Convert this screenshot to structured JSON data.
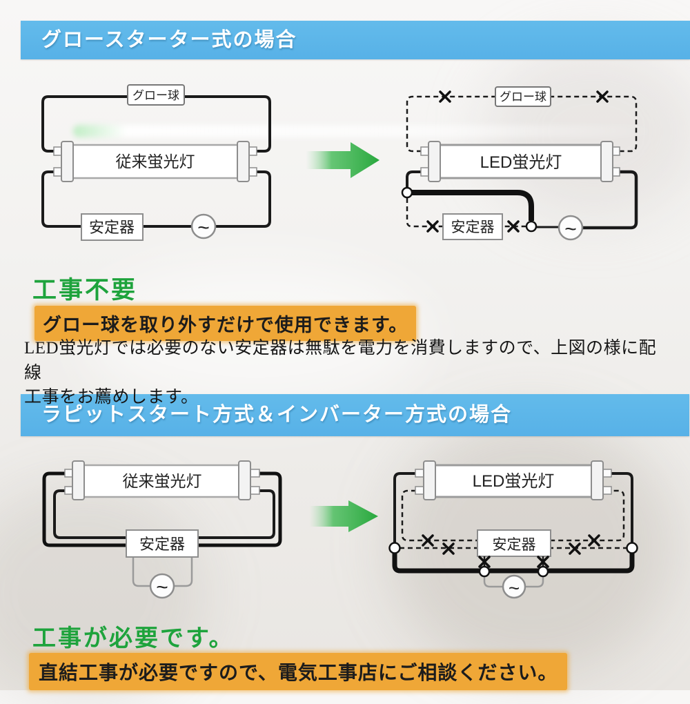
{
  "colors": {
    "banner_blue": "#57b1e7",
    "heading_green": "#1ea33c",
    "highlight_orange": "#efa737",
    "arrow_green": "#2fac44",
    "wire_black": "#1a1a1a",
    "component_gray": "#8d8d8d"
  },
  "section1": {
    "banner": "グロースターター式の場合",
    "before": {
      "starter_label": "グロー球",
      "tube_label": "従来蛍光灯",
      "ballast_label": "安定器",
      "ac_symbol": "~"
    },
    "after": {
      "starter_label": "グロー球",
      "tube_label": "LED蛍光灯",
      "ballast_label": "安定器",
      "ac_symbol": "~"
    },
    "heading": "工事不要",
    "highlight": "グロー球を取り外すだけで使用できます。",
    "body_line1": "LED蛍光灯では必要のない安定器は無駄を電力を消費しますので、上図の様に配線",
    "body_line2": "工事をお薦めします。"
  },
  "section2": {
    "banner": "ラピットスタート方式＆インバーター方式の場合",
    "before": {
      "tube_label": "従来蛍光灯",
      "ballast_label": "安定器",
      "ac_symbol": "~"
    },
    "after": {
      "tube_label": "LED蛍光灯",
      "ballast_label": "安定器",
      "ac_symbol": "~"
    },
    "heading": "工事が必要です。",
    "highlight": "直結工事が必要ですので、電気工事店にご相談ください。"
  }
}
